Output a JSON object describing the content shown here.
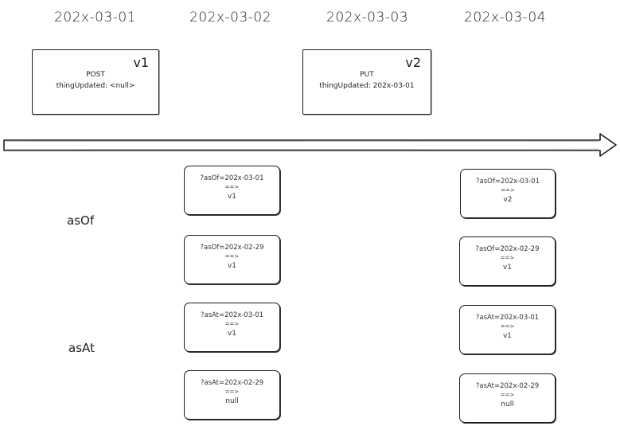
{
  "dates": [
    "202x-03-01",
    "202x-03-02",
    "202x-03-03",
    "202x-03-04"
  ],
  "versions": [
    {
      "version": "v1",
      "method": "POST",
      "thing_updated": "thingUpdated: <null>"
    },
    {
      "version": "v2",
      "method": "PUT",
      "thing_updated": "thingUpdated: 202x-03-01"
    }
  ],
  "row_labels": {
    "as_of": "asOf",
    "as_at": "asAt"
  },
  "queries": {
    "col_0302": [
      {
        "query": "?asOf=202x-03-01",
        "arrow": "==>",
        "result": "v1"
      },
      {
        "query": "?asOf=202x-02-29",
        "arrow": "==>",
        "result": "v1"
      },
      {
        "query": "?asAt=202x-03-01",
        "arrow": "==>",
        "result": "v1"
      },
      {
        "query": "?asAt=202x-02-29",
        "arrow": "==>",
        "result": "null"
      }
    ],
    "col_0304": [
      {
        "query": "?asOf=202x-03-01",
        "arrow": "==>",
        "result": "v2"
      },
      {
        "query": "?asOf=202x-02-29",
        "arrow": "==>",
        "result": "v1"
      },
      {
        "query": "?asAt=202x-03-01",
        "arrow": "==>",
        "result": "v1"
      },
      {
        "query": "?asAt=202x-02-29",
        "arrow": "==>",
        "result": "null"
      }
    ]
  },
  "colors": {
    "stroke": "#1e1e1e",
    "background": "#ffffff"
  }
}
